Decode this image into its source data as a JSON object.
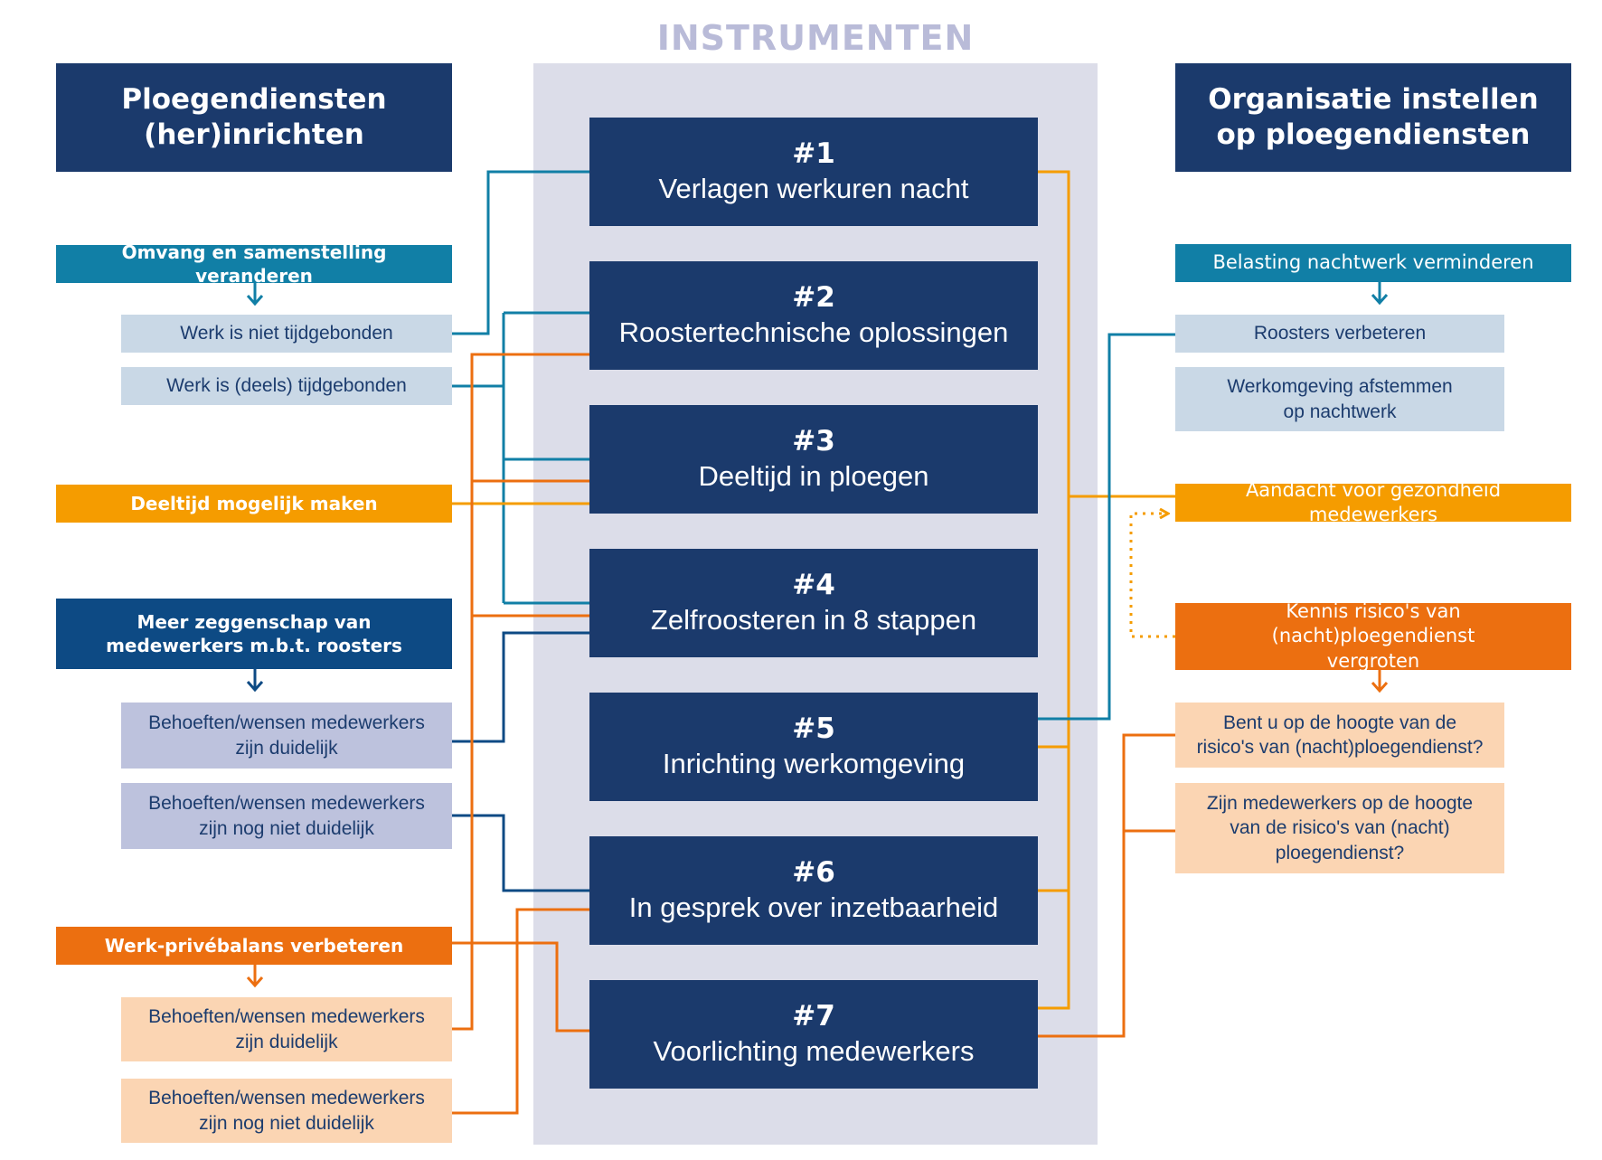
{
  "title": "INSTRUMENTEN",
  "colors": {
    "navy": "#1b3a6c",
    "teal": "#117fa6",
    "orange": "#f59c00",
    "dark_orange": "#ec6f10",
    "panel": "#dcdde9"
  },
  "left": {
    "header": [
      "Ploegendiensten",
      "(her)inrichten"
    ],
    "groups": [
      {
        "label": [
          "Omvang en samenstelling veranderen"
        ],
        "items": [
          [
            "Werk is niet tijdgebonden"
          ],
          [
            "Werk is (deels) tijdgebonden"
          ]
        ]
      },
      {
        "label": [
          "Deeltijd mogelijk maken"
        ],
        "items": []
      },
      {
        "label": [
          "Meer zeggenschap van",
          "medewerkers m.b.t. roosters"
        ],
        "items": [
          [
            "Behoeften/wensen medewerkers",
            "zijn duidelijk"
          ],
          [
            "Behoeften/wensen medewerkers",
            "zijn nog niet duidelijk"
          ]
        ]
      },
      {
        "label": [
          "Werk-privébalans verbeteren"
        ],
        "items": [
          [
            "Behoeften/wensen medewerkers",
            "zijn duidelijk"
          ],
          [
            "Behoeften/wensen medewerkers",
            "zijn nog niet duidelijk"
          ]
        ]
      }
    ]
  },
  "instruments": [
    {
      "num": "#1",
      "title": "Verlagen werkuren nacht"
    },
    {
      "num": "#2",
      "title": "Roostertechnische oplossingen"
    },
    {
      "num": "#3",
      "title": "Deeltijd in ploegen"
    },
    {
      "num": "#4",
      "title": "Zelfroosteren in 8 stappen"
    },
    {
      "num": "#5",
      "title": "Inrichting werkomgeving"
    },
    {
      "num": "#6",
      "title": "In gesprek over inzetbaarheid"
    },
    {
      "num": "#7",
      "title": "Voorlichting medewerkers"
    }
  ],
  "right": {
    "header": [
      "Organisatie instellen",
      "op ploegendiensten"
    ],
    "groups": [
      {
        "label": [
          "Belasting nachtwerk verminderen"
        ],
        "items": [
          [
            "Roosters verbeteren"
          ],
          [
            "Werkomgeving afstemmen",
            "op nachtwerk"
          ]
        ]
      },
      {
        "label": [
          "Aandacht voor gezondheid medewerkers"
        ],
        "items": []
      },
      {
        "label": [
          "Kennis risico's van (nacht)ploegendienst",
          "vergroten"
        ],
        "items": [
          [
            "Bent u op de hoogte van de",
            "risico's van (nacht)ploegendienst?"
          ],
          [
            "Zijn medewerkers op de hoogte",
            "van de risico's van (nacht)",
            "ploegendienst?"
          ]
        ]
      }
    ]
  }
}
